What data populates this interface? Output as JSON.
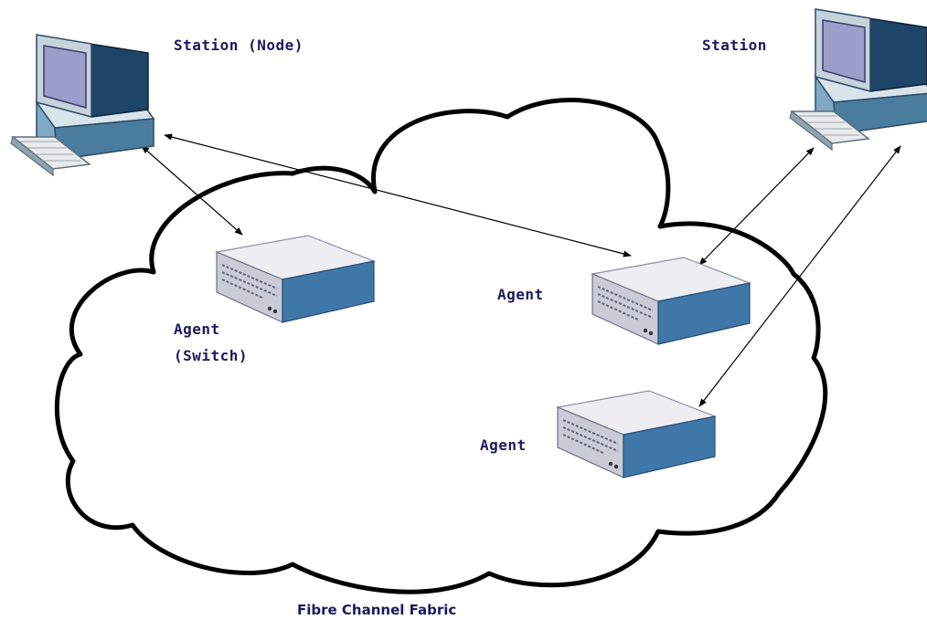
{
  "labels": {
    "station_node": "Station (Node)",
    "station": "Station",
    "agent_switch_line1": "Agent",
    "agent_switch_line2": "(Switch)",
    "agent_right": "Agent",
    "agent_lower": "Agent",
    "fabric": "Fibre Channel Fabric"
  },
  "icons": {
    "station": "computer-workstation-icon",
    "agent": "network-switch-icon",
    "fabric": "cloud-outline"
  },
  "colors": {
    "label_text": "#1a1a5c",
    "outline": "#000000",
    "monitor_screen": "#9a9ec8",
    "device_top": "#eeeef2",
    "device_front": "#c9ccd6",
    "device_side": "#3f77a8"
  }
}
